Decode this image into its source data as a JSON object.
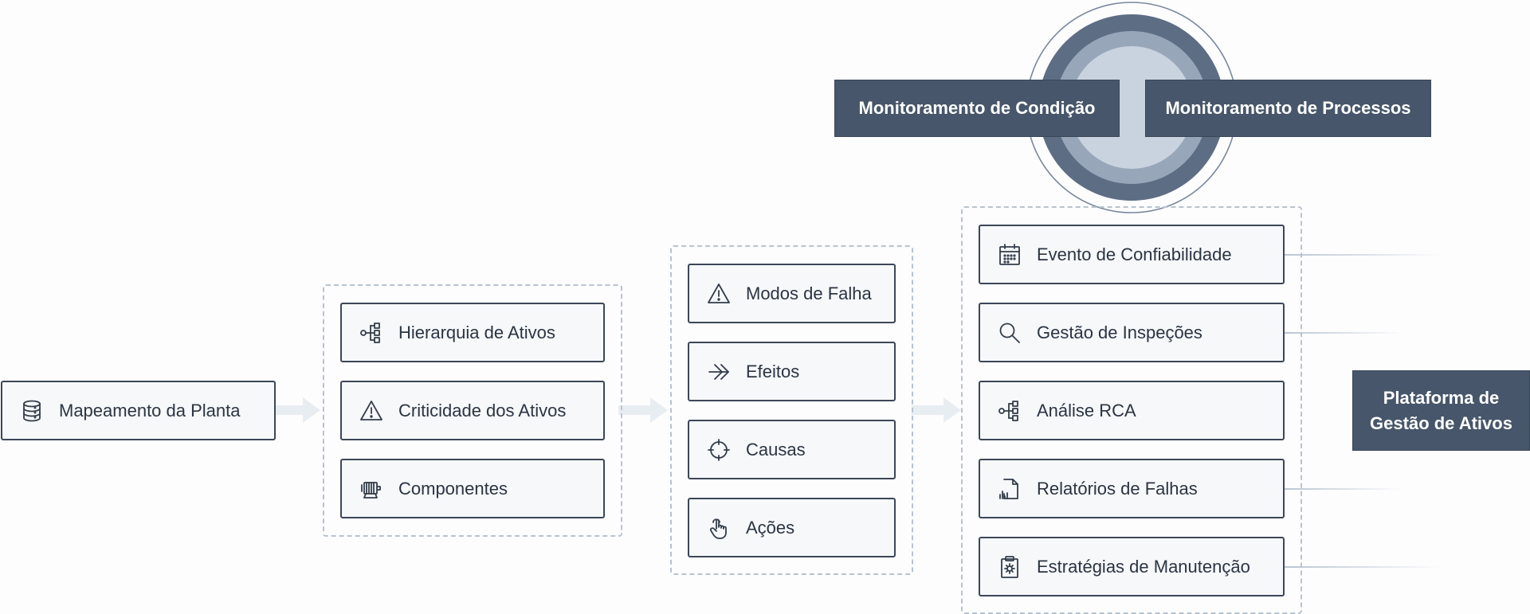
{
  "colors": {
    "card_bg": "#f6f8fa",
    "card_border": "#3c4757",
    "dashed_border": "#b8c3cf",
    "dark_box": "#47566a",
    "ring_outer": "#5d6d84",
    "ring_mid": "#98a6ba",
    "ring_inner": "#c9d3df",
    "arrow": "#e8edf2"
  },
  "start": {
    "label": "Mapeamento da Planta",
    "icon": "database-icon"
  },
  "group1": [
    {
      "label": "Hierarquia de Ativos",
      "icon": "hierarchy-icon"
    },
    {
      "label": "Criticidade dos Ativos",
      "icon": "warning-icon"
    },
    {
      "label": "Componentes",
      "icon": "motor-icon"
    }
  ],
  "group2": [
    {
      "label": "Modos de Falha",
      "icon": "warning-icon"
    },
    {
      "label": "Efeitos",
      "icon": "arrow-right-icon"
    },
    {
      "label": "Causas",
      "icon": "crosshair-icon"
    },
    {
      "label": "Ações",
      "icon": "hand-pointer-icon"
    }
  ],
  "group3": [
    {
      "label": "Evento de Confiabilidade",
      "icon": "calendar-icon"
    },
    {
      "label": "Gestão de Inspeções",
      "icon": "search-icon"
    },
    {
      "label": "Análise RCA",
      "icon": "hierarchy-icon"
    },
    {
      "label": "Relatórios de Falhas",
      "icon": "report-icon"
    },
    {
      "label": "Estratégias de Manutenção",
      "icon": "clipboard-gear-icon"
    }
  ],
  "monitoring": {
    "condition": "Monitoramento de Condição",
    "processes": "Monitoramento de Processos"
  },
  "platform": {
    "line1": "Plataforma de",
    "line2": "Gestão de Ativos"
  }
}
